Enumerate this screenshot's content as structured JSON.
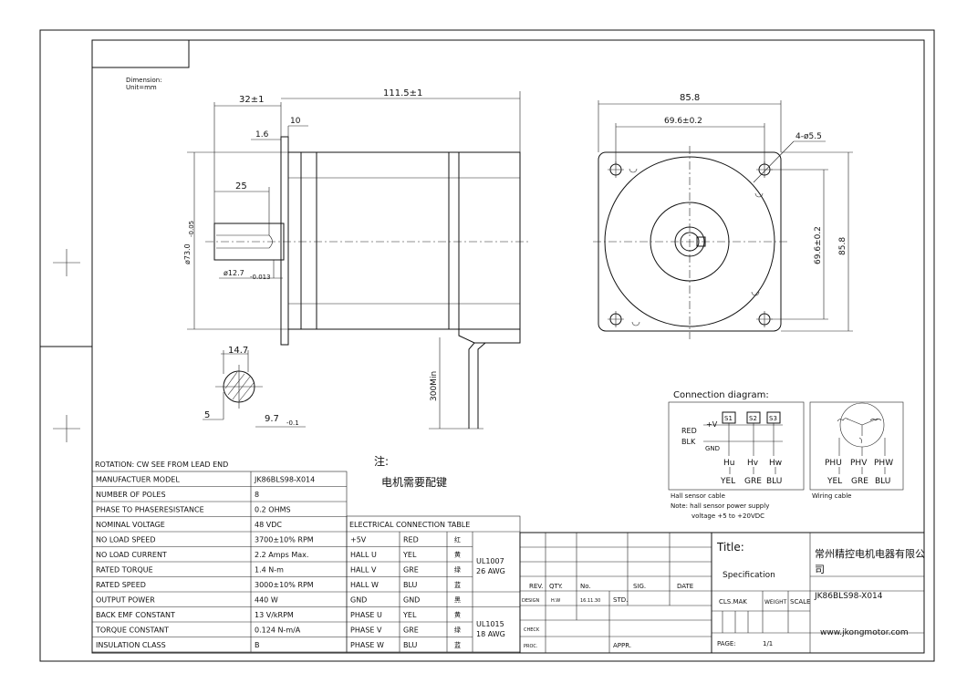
{
  "dimension_note": {
    "line1": "Dimension:",
    "line2": "Unit=mm"
  },
  "dims": {
    "d32": "32±1",
    "d111": "111.5±1",
    "d10": "10",
    "d16": "1.6",
    "d25": "25",
    "d73": "ø73.0",
    "d73_tol": "-0.05",
    "d127": "ø12.7",
    "d127_tol": "-0.013",
    "d147": "14.7",
    "d5": "5",
    "d97": "9.7",
    "d97_tol": "-0.1",
    "d300": "300Min",
    "d858_top": "85.8",
    "d696_top": "69.6±0.2",
    "holes": "4-ø5.5",
    "d696_side": "69.6±0.2",
    "d858_side": "85.8"
  },
  "note": {
    "label": "注:",
    "text": "电机需要配键"
  },
  "rotation": "ROTATION: CW SEE FROM LEAD END",
  "specs": [
    {
      "label": "MANUFACTUER MODEL",
      "value": "JK86BLS98-X014"
    },
    {
      "label": "NUMBER OF POLES",
      "value": "8"
    },
    {
      "label": "PHASE TO PHASERESISTANCE",
      "value": "0.2 OHMS"
    },
    {
      "label": "NOMINAL VOLTAGE",
      "value": "48 VDC"
    },
    {
      "label": "NO LOAD SPEED",
      "value": "3700±10% RPM"
    },
    {
      "label": "NO LOAD CURRENT",
      "value": "2.2 Amps Max."
    },
    {
      "label": "RATED TORQUE",
      "value": "1.4 N-m"
    },
    {
      "label": "RATED SPEED",
      "value": "3000±10% RPM"
    },
    {
      "label": "OUTPUT POWER",
      "value": "440 W"
    },
    {
      "label": "BACK EMF CONSTANT",
      "value": "13 V/kRPM"
    },
    {
      "label": "TORQUE CONSTANT",
      "value": "0.124 N-m/A"
    },
    {
      "label": "INSULATION CLASS",
      "value": "B"
    }
  ],
  "elec": {
    "title": "ELECTRICAL CONNECTION TABLE",
    "rows": [
      {
        "sig": "+5V",
        "color": "RED",
        "cn": "红"
      },
      {
        "sig": "HALL U",
        "color": "YEL",
        "cn": "黄"
      },
      {
        "sig": "HALL V",
        "color": "GRE",
        "cn": "绿"
      },
      {
        "sig": "HALL W",
        "color": "BLU",
        "cn": "蓝"
      },
      {
        "sig": "GND",
        "color": "GND",
        "cn": "黑"
      },
      {
        "sig": "PHASE U",
        "color": "YEL",
        "cn": "黄"
      },
      {
        "sig": "PHASE V",
        "color": "GRE",
        "cn": "绿"
      },
      {
        "sig": "PHASE W",
        "color": "BLU",
        "cn": "蓝"
      }
    ],
    "cable1": {
      "l1": "UL1007",
      "l2": "26 AWG"
    },
    "cable2": {
      "l1": "UL1015",
      "l2": "18 AWG"
    }
  },
  "conn": {
    "title": "Connection diagram:",
    "plus_v": "+V",
    "gnd": "GND",
    "red": "RED",
    "blk": "BLK",
    "s1": "S1",
    "s2": "S2",
    "s3": "S3",
    "hu": "Hu",
    "hv": "Hv",
    "hw": "Hw",
    "yel": "YEL",
    "gre": "GRE",
    "blu": "BLU",
    "phu": "PHU",
    "phv": "PHV",
    "phw": "PHW",
    "yel2": "YEL",
    "gre2": "GRE",
    "blu2": "BLU",
    "hall_cable": "Hall sensor cable",
    "wiring_cable": "Wiring cable",
    "note1": "Note: hall sensor power supply",
    "note2": "voltage +5 to +20VDC"
  },
  "title_block": {
    "rev": "REV.",
    "qty": "QTY.",
    "no": "No.",
    "sig": "SIG.",
    "date": "DATE",
    "design": "DESIGN",
    "hw": "H.W",
    "date_val": "16.11.30",
    "std": "STD.",
    "check": "CHECK",
    "proc": "PROC.",
    "appr": "APPR.",
    "title_label": "Title:",
    "spec": "Specification",
    "company1": "常州精控电机电器有限公",
    "company2": "司",
    "cls_mak": "CLS.MAK",
    "weight": "WEIGHT",
    "scale": "SCALE",
    "model": "JK86BLS98-X014",
    "page_label": "PAGE:",
    "page_val": "1/1",
    "website": "www.jkongmotor.com"
  }
}
